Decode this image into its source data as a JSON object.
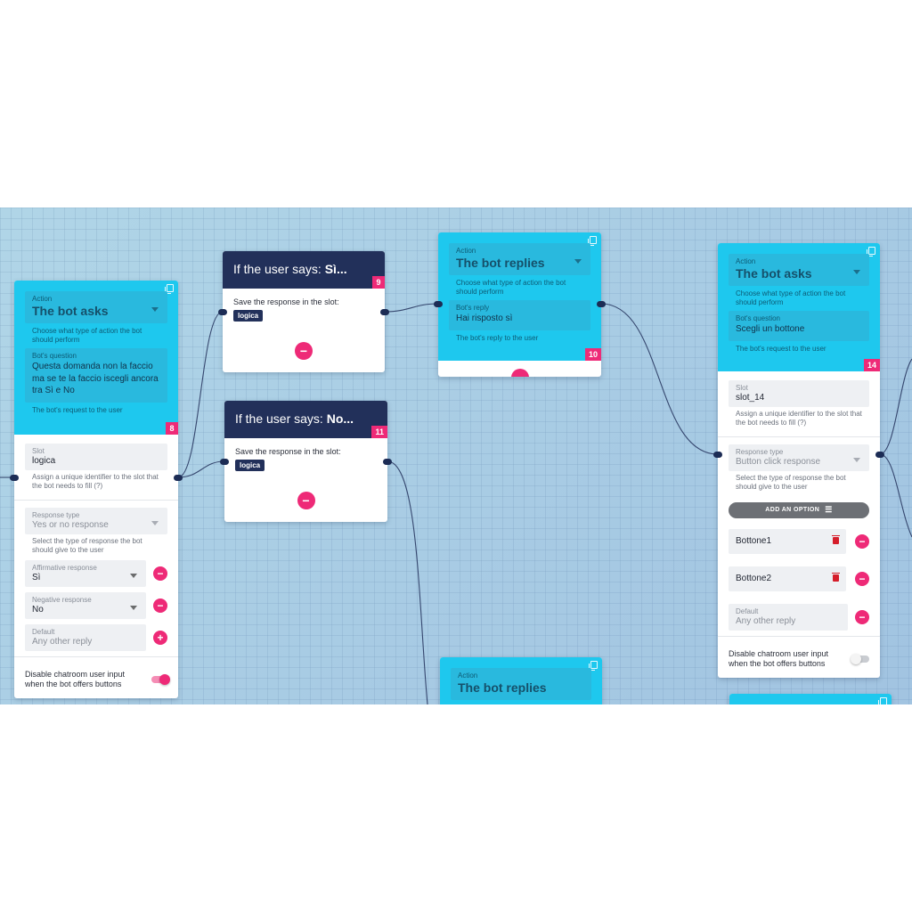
{
  "labels": {
    "action": "Action",
    "bot_question": "Bot's question",
    "bot_reply": "Bot's reply",
    "choose_action": "Choose what type of action the bot should perform",
    "request_hint": "The bot's request to the user",
    "reply_hint": "The bot's reply to the user",
    "slot": "Slot",
    "slot_hint": "Assign a unique identifier to the slot that the bot needs to fill (?)",
    "response_type": "Response type",
    "response_hint": "Select the type of response the bot should give to the user",
    "affirmative": "Affirmative response",
    "negative": "Negative response",
    "default": "Default",
    "default_value": "Any other reply",
    "save_slot": "Save the response in the slot:",
    "if_user_says": "If the user says:",
    "disable_input": "Disable chatroom user input when the bot offers buttons",
    "add_option": "ADD AN OPTION"
  },
  "node8": {
    "title": "The bot asks",
    "question": "Questa domanda non la faccio ma se te la faccio iscegli ancora tra Sì e No",
    "number": "8",
    "slot_value": "logica",
    "response_type_value": "Yes or no response",
    "affirmative_value": "Sì",
    "negative_value": "No",
    "toggle_on": true
  },
  "node9": {
    "answer": "Sì...",
    "chip": "logica",
    "number": "9"
  },
  "node11": {
    "answer": "No...",
    "chip": "logica",
    "number": "11"
  },
  "node10": {
    "title": "The bot replies",
    "reply": "Hai risposto sì",
    "number": "10"
  },
  "node14": {
    "title": "The bot asks",
    "question": "Scegli un bottone",
    "number": "14",
    "slot_value": "slot_14",
    "response_type_value": "Button click response",
    "options": [
      "Bottone1",
      "Bottone2"
    ],
    "toggle_on": false
  },
  "node_bottom": {
    "title": "The bot replies"
  },
  "colors": {
    "accent": "#1ec8ee",
    "navy": "#22305a",
    "pink": "#ee2a77",
    "canvas": "#acd3e6"
  },
  "icons": [
    "copy-icon",
    "chevron-down-icon",
    "minus-icon",
    "plus-icon",
    "trash-icon",
    "playlist-add-icon"
  ]
}
